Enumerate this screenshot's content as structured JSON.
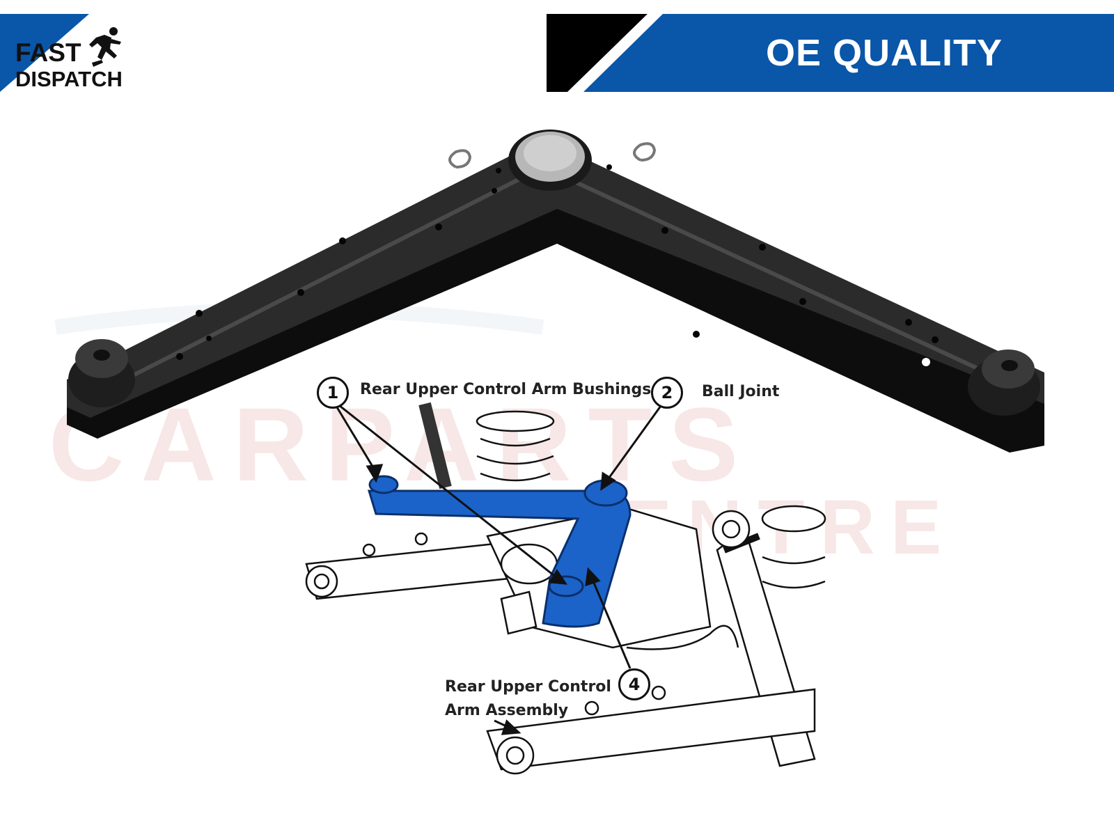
{
  "badge": {
    "fast": "FAST",
    "dispatch": "DISPATCH",
    "runner_icon": "running-man-icon"
  },
  "banner": {
    "text": "OE QUALITY"
  },
  "watermark": {
    "text_line1": "CARPARTS",
    "text_line2": "CENTRE"
  },
  "diagram": {
    "callouts": [
      {
        "number": "1",
        "label": "Rear Upper Control Arm Bushings"
      },
      {
        "number": "2",
        "label": "Ball Joint"
      },
      {
        "number": "4",
        "label_line1": "Rear Upper Control",
        "label_line2": "Arm Assembly"
      }
    ]
  },
  "colors": {
    "brand_blue": "#0a56a8",
    "highlight_blue": "#1b63c8",
    "watermark_red": "#f3d9d9",
    "part_black": "#1c1c1c"
  }
}
